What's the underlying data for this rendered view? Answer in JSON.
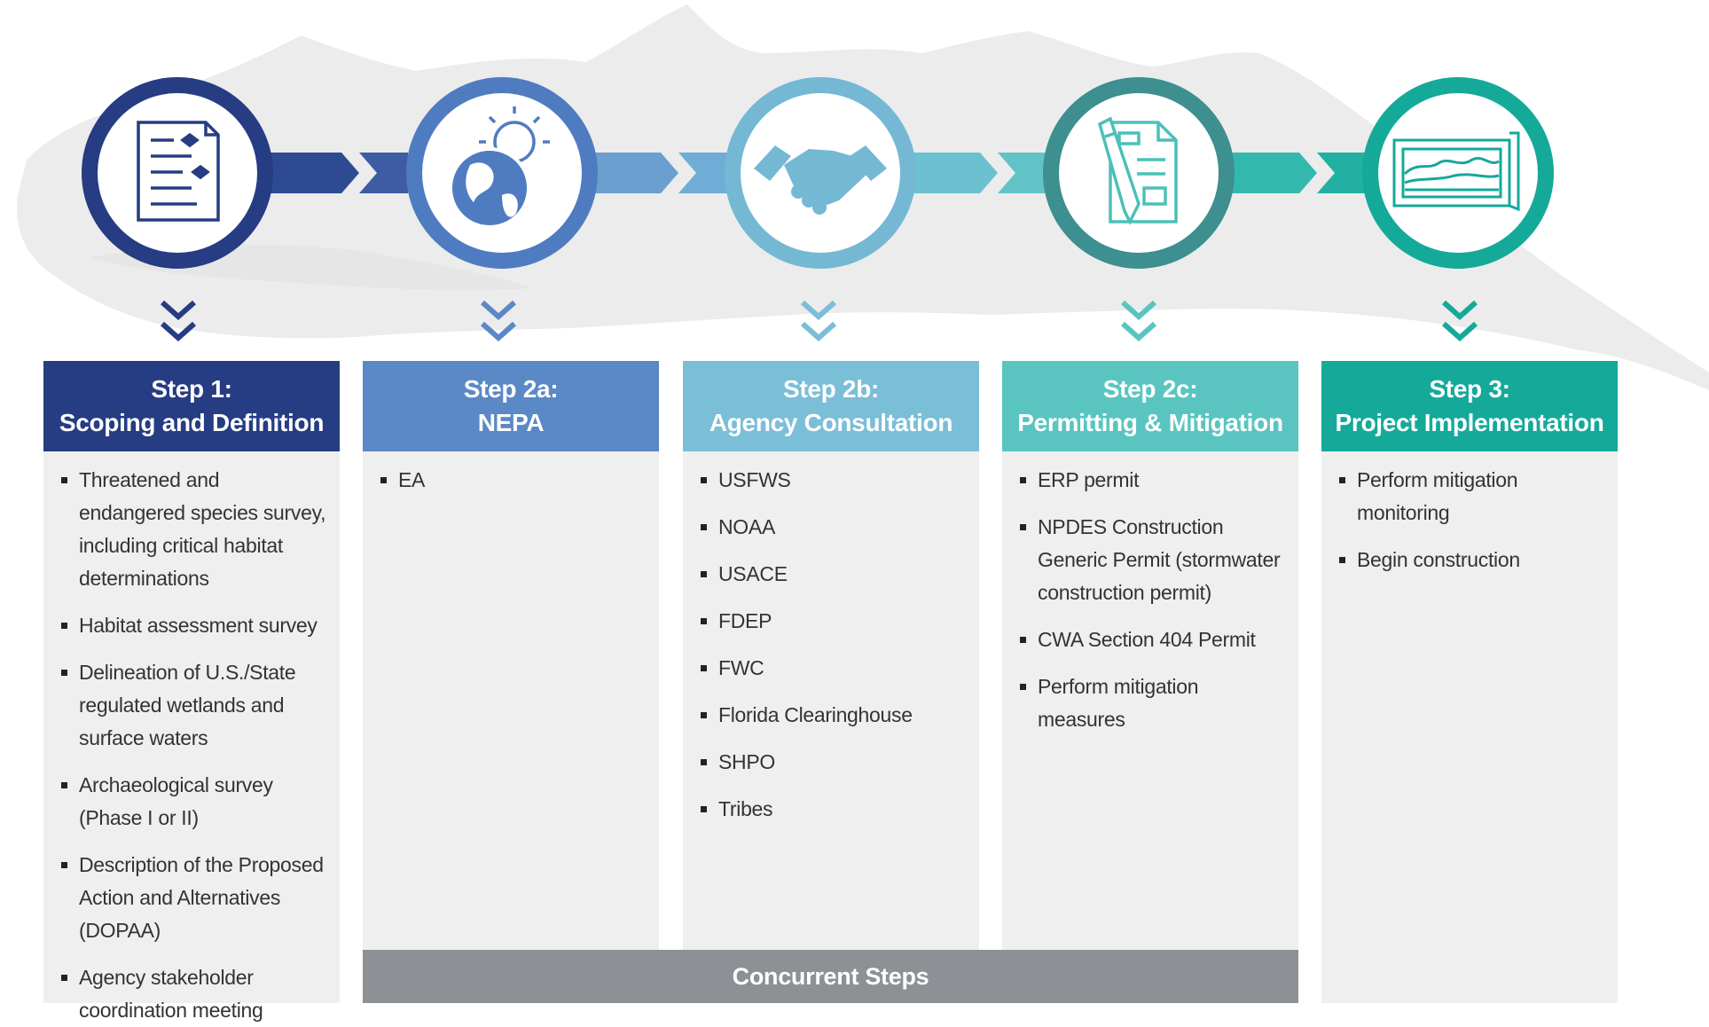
{
  "steps": [
    {
      "icon": "document-checklist-icon",
      "color": "#263c83",
      "title_line1": "Step 1:",
      "title_line2": "Scoping and Definition",
      "items": [
        "Threatened and endangered species survey, including critical habitat determinations",
        "Habitat assessment survey",
        "Delineation of U.S./State regulated wetlands and surface waters",
        "Archaeological survey (Phase I or II)",
        "Description of the Proposed Action and Alternatives (DOPAA)",
        "Agency stakeholder coordination meeting"
      ]
    },
    {
      "icon": "globe-sun-icon",
      "color": "#5b88c6",
      "title_line1": "Step 2a:",
      "title_line2": "NEPA",
      "items": [
        "EA"
      ]
    },
    {
      "icon": "handshake-icon",
      "color": "#7abed8",
      "title_line1": "Step 2b:",
      "title_line2": "Agency Consultation",
      "items": [
        "USFWS",
        "NOAA",
        "USACE",
        "FDEP",
        "FWC",
        "Florida Clearinghouse",
        "SHPO",
        "Tribes"
      ]
    },
    {
      "icon": "permit-document-pen-icon",
      "color": "#5ac5c0",
      "title_line1": "Step 2c:",
      "title_line2": "Permitting & Mitigation",
      "items": [
        "ERP permit",
        "NPDES Construction Generic Permit (stormwater construction permit)",
        "CWA Section 404 Permit",
        "Perform mitigation measures"
      ]
    },
    {
      "icon": "project-map-scroll-icon",
      "color": "#15a99a",
      "title_line1": "Step 3:",
      "title_line2": "Project Implementation",
      "items": [
        "Perform mitigation monitoring",
        "Begin construction"
      ]
    }
  ],
  "concurrent_label": "Concurrent Steps"
}
